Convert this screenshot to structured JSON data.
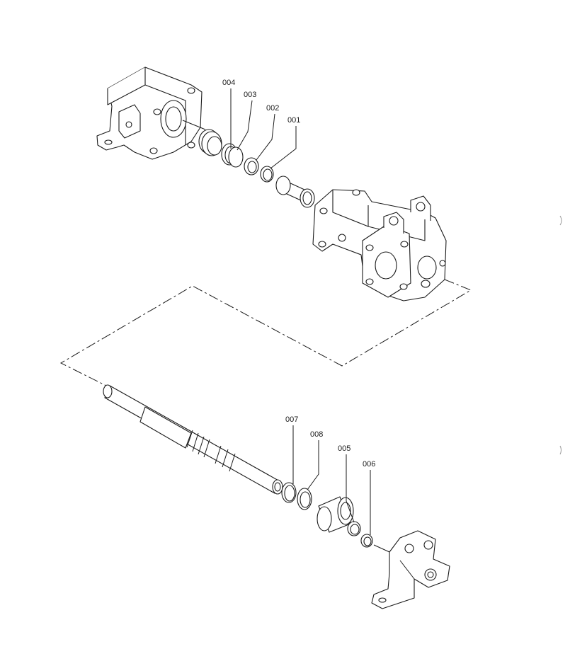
{
  "diagram": {
    "callouts": [
      {
        "id": "004",
        "label": "004"
      },
      {
        "id": "003",
        "label": "003"
      },
      {
        "id": "002",
        "label": "002"
      },
      {
        "id": "001",
        "label": "001"
      },
      {
        "id": "007",
        "label": "007"
      },
      {
        "id": "008",
        "label": "008"
      },
      {
        "id": "005",
        "label": "005"
      },
      {
        "id": "006",
        "label": "006"
      }
    ]
  }
}
